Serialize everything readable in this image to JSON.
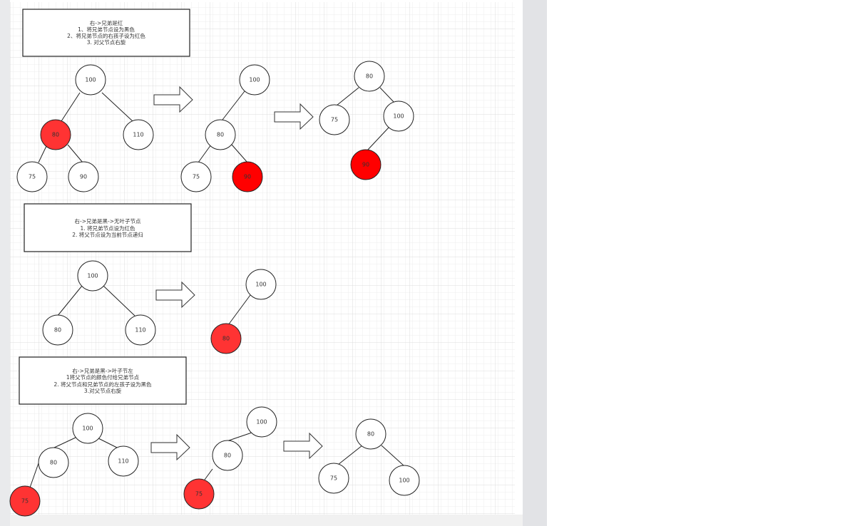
{
  "colors": {
    "red_node": "#ff3333",
    "red_node_dark": "#ff0000",
    "black_node": "#ffffff",
    "edge": "#222222",
    "grid_minor": "#eeeeee",
    "grid_major": "#dcdcdc"
  },
  "sections": [
    {
      "note_lines": [
        "右->兄弟是红",
        "1、将兄弟节点设为黑色",
        "2、将兄弟节点的右孩子设为红色",
        "3. 对父节点右旋"
      ],
      "trees": [
        {
          "nodes": [
            {
              "label": "100",
              "color": "white"
            },
            {
              "label": "80",
              "color": "red"
            },
            {
              "label": "110",
              "color": "white"
            },
            {
              "label": "75",
              "color": "white"
            },
            {
              "label": "90",
              "color": "white"
            }
          ]
        },
        {
          "nodes": [
            {
              "label": "100",
              "color": "white"
            },
            {
              "label": "80",
              "color": "white"
            },
            {
              "label": "75",
              "color": "white"
            },
            {
              "label": "90",
              "color": "red_dark"
            }
          ]
        },
        {
          "nodes": [
            {
              "label": "80",
              "color": "white"
            },
            {
              "label": "75",
              "color": "white"
            },
            {
              "label": "100",
              "color": "white"
            },
            {
              "label": "90",
              "color": "red_dark"
            }
          ]
        }
      ]
    },
    {
      "note_lines": [
        "右->兄弟是黑->无叶子节点",
        "1. 将兄弟节点设为红色",
        "2. 将父节点设为当前节点递归"
      ],
      "trees": [
        {
          "nodes": [
            {
              "label": "100",
              "color": "white"
            },
            {
              "label": "80",
              "color": "white"
            },
            {
              "label": "110",
              "color": "white"
            }
          ]
        },
        {
          "nodes": [
            {
              "label": "100",
              "color": "white"
            },
            {
              "label": "80",
              "color": "red"
            }
          ]
        }
      ]
    },
    {
      "note_lines": [
        "右->兄弟是黑->叶子节左",
        "1将父节点的颜色付给兄弟节点",
        "2. 将父节点和兄弟节点的左孩子设为黑色",
        "3.对父节点右旋"
      ],
      "trees": [
        {
          "nodes": [
            {
              "label": "100",
              "color": "white"
            },
            {
              "label": "80",
              "color": "white"
            },
            {
              "label": "110",
              "color": "white"
            },
            {
              "label": "75",
              "color": "red"
            }
          ]
        },
        {
          "nodes": [
            {
              "label": "100",
              "color": "white"
            },
            {
              "label": "80",
              "color": "white"
            },
            {
              "label": "75",
              "color": "red"
            }
          ]
        },
        {
          "nodes": [
            {
              "label": "80",
              "color": "white"
            },
            {
              "label": "75",
              "color": "white"
            },
            {
              "label": "100",
              "color": "white"
            }
          ]
        }
      ]
    }
  ]
}
